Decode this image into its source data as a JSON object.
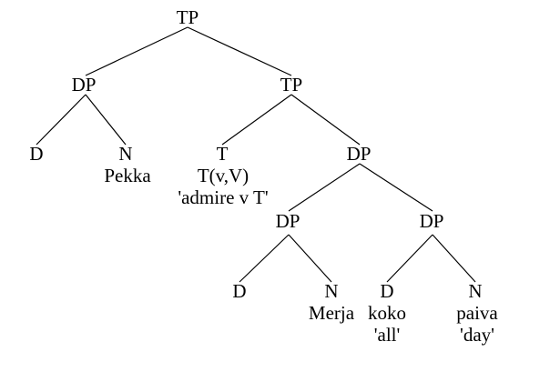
{
  "tree": {
    "root": {
      "label": "TP"
    },
    "subject": {
      "label": "DP",
      "d": {
        "label": "D"
      },
      "n": {
        "label": "N",
        "word": "Pekka"
      }
    },
    "tbar": {
      "label": "TP"
    },
    "t": {
      "label": "T",
      "word": "T(v,V)",
      "gloss": "'admire v T'"
    },
    "object": {
      "label": "DP",
      "inner": {
        "label": "DP",
        "d": {
          "label": "D"
        },
        "n": {
          "label": "N",
          "word": "Merja"
        }
      },
      "adjunct": {
        "label": "DP",
        "d": {
          "label": "D",
          "word": "koko",
          "gloss": "'all'"
        },
        "n": {
          "label": "N",
          "word": "paiva",
          "gloss": "'day'"
        }
      }
    }
  }
}
